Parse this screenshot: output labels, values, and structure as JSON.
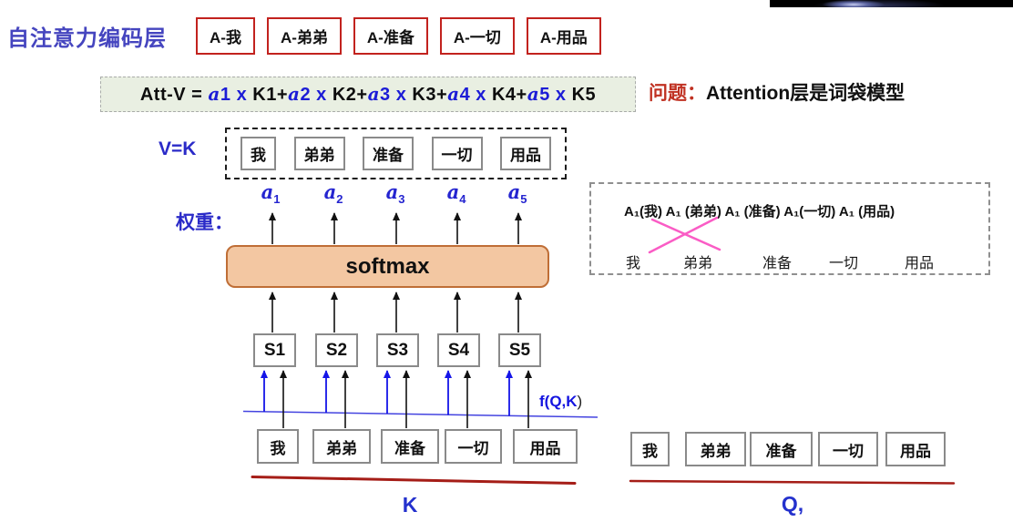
{
  "title": "自注意力编码层",
  "top_tokens": [
    "A-我",
    "A-弟弟",
    "A-准备",
    "A-一切",
    "A-用品"
  ],
  "formula": {
    "segments": [
      {
        "text": "Att-V = ",
        "color": "black"
      },
      {
        "text": "a1 x ",
        "color": "blue"
      },
      {
        "text": "K1+",
        "color": "black"
      },
      {
        "text": "a2 x ",
        "color": "blue"
      },
      {
        "text": "K2+",
        "color": "black"
      },
      {
        "text": "a3 x ",
        "color": "blue"
      },
      {
        "text": "K3+",
        "color": "black"
      },
      {
        "text": "a4 x ",
        "color": "blue"
      },
      {
        "text": "K4+",
        "color": "black"
      },
      {
        "text": "a5 x ",
        "color": "blue"
      },
      {
        "text": "K5",
        "color": "black"
      }
    ]
  },
  "question": {
    "prefix": "问题：",
    "text": "Attention层是词袋模型"
  },
  "vk_label": "V=K",
  "vk_tokens": [
    "我",
    "弟弟",
    "准备",
    "一切",
    "用品"
  ],
  "alphas": [
    {
      "base": "a",
      "sub": "1"
    },
    {
      "base": "a",
      "sub": "2"
    },
    {
      "base": "a",
      "sub": "3"
    },
    {
      "base": "a",
      "sub": "4"
    },
    {
      "base": "a",
      "sub": "5"
    }
  ],
  "weights_label": "权重：",
  "softmax_label": "softmax",
  "s_boxes": [
    "S1",
    "S2",
    "S3",
    "S4",
    "S5"
  ],
  "fqk_label": {
    "main": "f(Q,K",
    "close": ")"
  },
  "k_tokens": [
    "我",
    "弟弟",
    "准备",
    "一切",
    "用品"
  ],
  "k_label": "K",
  "q_tokens": [
    "我",
    "弟弟",
    "准备",
    "一切",
    "用品"
  ],
  "q_label": "Q,",
  "side_panel": {
    "attention_line": "A₁(我) A₁ (弟弟) A₁ (准备) A₁(一切) A₁ (用品)",
    "tokens": [
      "我",
      "弟弟",
      "准备",
      "一切",
      "用品"
    ]
  },
  "colors": {
    "title_blue": "#4545bf",
    "label_blue": "#2a2ac8",
    "formula_blue": "#1c1cd6",
    "red_box_border": "#c2221e",
    "question_red": "#c03122",
    "gray_box_border": "#8a8a8a",
    "softmax_fill": "#f3c7a2",
    "softmax_border": "#bf6e36",
    "underline_red": "#a51d17",
    "cross_pink": "#fa5cc5",
    "formula_bg": "#e9efe2"
  }
}
